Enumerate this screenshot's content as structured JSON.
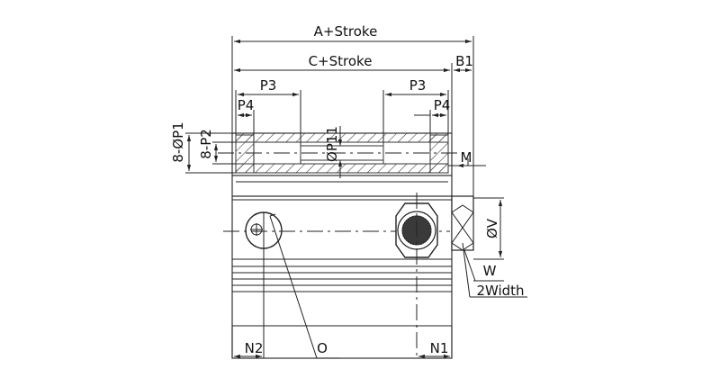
{
  "dimensions": {
    "a_stroke": "A+Stroke",
    "c_stroke": "C+Stroke",
    "b1": "B1",
    "p3_left": "P3",
    "p3_right": "P3",
    "p4_left": "P4",
    "p4_right": "P4",
    "p1": "8-ØP1",
    "p2": "8-P2",
    "p11": "ØP11",
    "m": "M",
    "v": "ØV",
    "w": "W",
    "width2": "2Width",
    "n2": "N2",
    "o": "O",
    "n1": "N1"
  },
  "colors": {
    "line": "#222222",
    "hatch": "#444444",
    "background": "#ffffff"
  }
}
